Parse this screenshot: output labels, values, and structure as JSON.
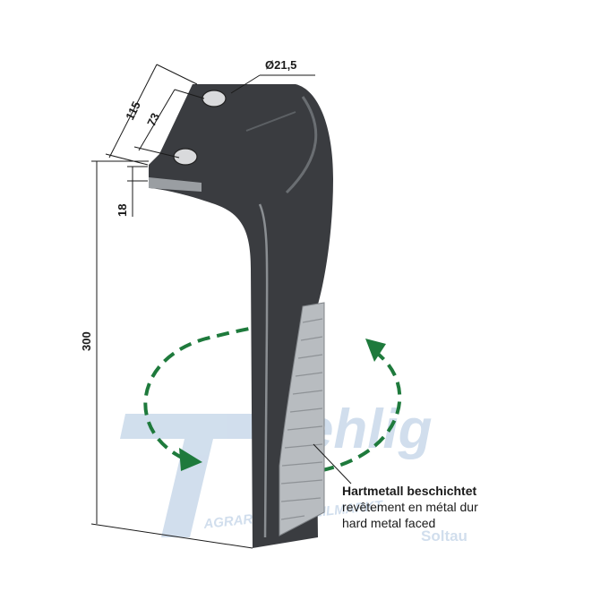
{
  "dimensions": {
    "hole_diameter": "Ø21,5",
    "length_115": "115",
    "length_73": "73",
    "length_18": "18",
    "length_300": "300"
  },
  "annotation": {
    "line1": "Hartmetall beschichtet",
    "line2": "revêtement en métal dur",
    "line3": "hard metal faced"
  },
  "watermark": {
    "brand": "Fehlig",
    "tagline": "AGRARERSATZTEILMARKT",
    "place": "Soltau"
  },
  "colors": {
    "blade_dark": "#3a3c40",
    "blade_mid": "#55585c",
    "hardmetal": "#b8bcc0",
    "rotation_arrow": "#1e7a3c",
    "watermark": "#c9d9ea",
    "dimension_line": "#1a1a1a"
  }
}
